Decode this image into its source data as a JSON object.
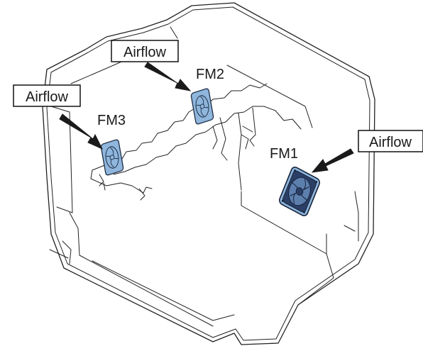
{
  "diagram": {
    "fans": [
      {
        "id": "FM1",
        "label": "FM1",
        "color": "#2b3f66"
      },
      {
        "id": "FM2",
        "label": "FM2",
        "color": "#8fb6dc"
      },
      {
        "id": "FM3",
        "label": "FM3",
        "color": "#8fb6dc"
      }
    ],
    "callouts": [
      {
        "target": "FM3",
        "text": "Airflow"
      },
      {
        "target": "FM2",
        "text": "Airflow"
      },
      {
        "target": "FM1",
        "text": "Airflow"
      }
    ],
    "colors": {
      "fan_highlight": "#8fb6dc",
      "fan_dark": "#2b3f66",
      "outline": "#222222",
      "arrow": "#1a1a1a"
    }
  }
}
